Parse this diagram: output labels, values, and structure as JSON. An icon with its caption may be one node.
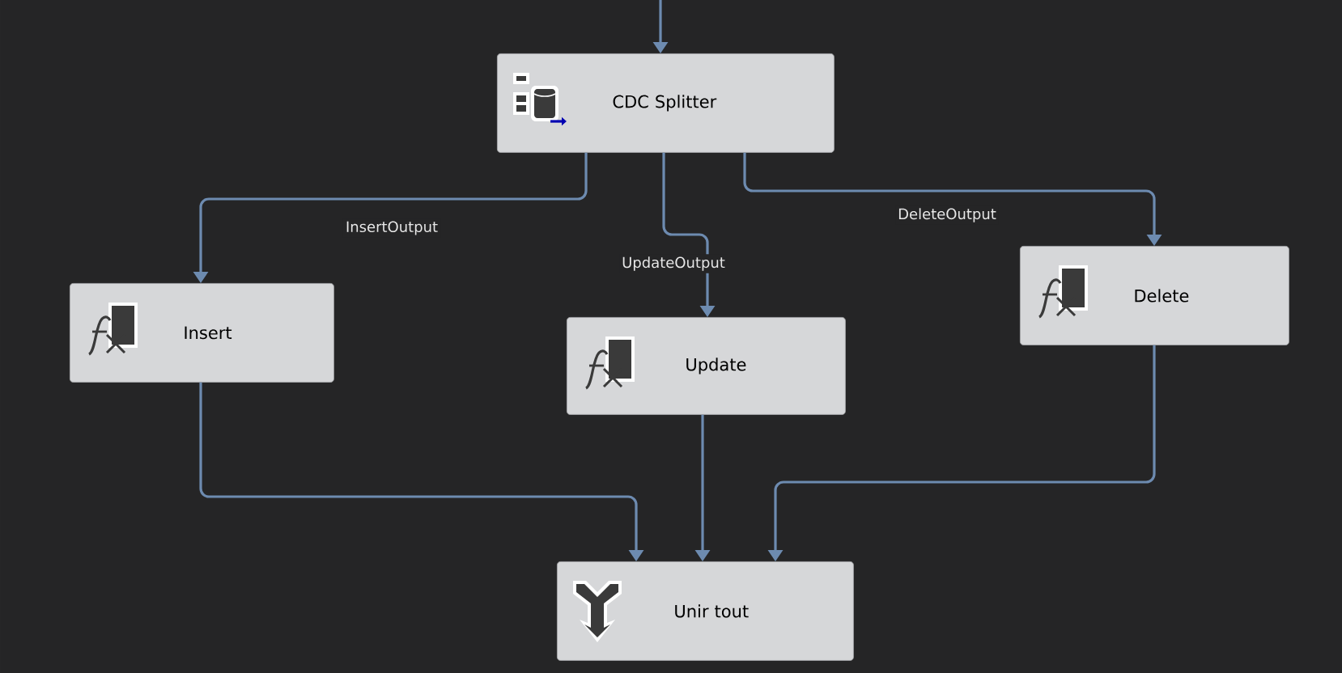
{
  "diagram": {
    "nodes": [
      {
        "text": [
          "CDC Splitter"
        ]
      },
      {
        "text": [
          "Insert"
        ]
      },
      {
        "text": [
          "Update"
        ]
      },
      {
        "text": [
          "Delete"
        ]
      },
      {
        "text": [
          "Unir tout"
        ]
      }
    ],
    "edges": [
      {
        "from": null,
        "to": 0,
        "arrow": "to"
      },
      {
        "from": 0,
        "to": 1,
        "arrow": "to",
        "label": "InsertOutput"
      },
      {
        "from": 0,
        "to": 2,
        "arrow": "to",
        "label": "UpdateOutput"
      },
      {
        "from": 0,
        "to": 3,
        "arrow": "to",
        "label": "DeleteOutput"
      },
      {
        "from": 1,
        "to": 4,
        "arrow": "to"
      },
      {
        "from": 2,
        "to": 4,
        "arrow": "to"
      },
      {
        "from": 3,
        "to": 4,
        "arrow": "to"
      }
    ]
  }
}
